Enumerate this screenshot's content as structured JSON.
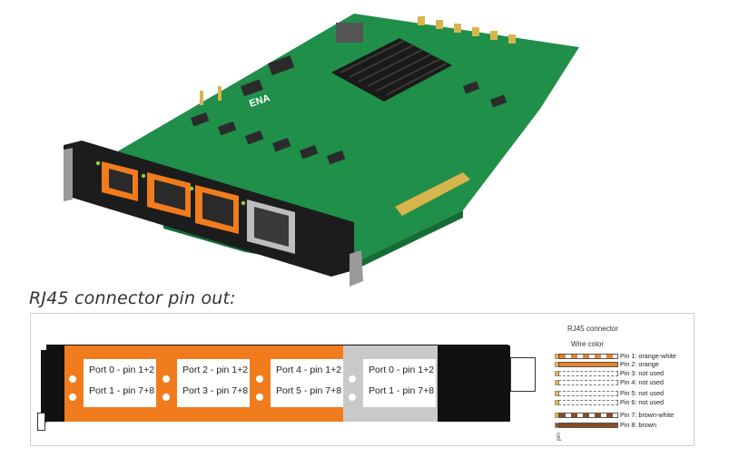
{
  "caption": "RJ45 connector pin out:",
  "photo_logo": "ENA",
  "ports": [
    {
      "line1": "Port 0 - pin 1+2",
      "line2": "Port 1 - pin 7+8",
      "color": "#f07c1e"
    },
    {
      "line1": "Port 2 - pin 1+2",
      "line2": "Port 3 - pin 7+8",
      "color": "#f07c1e"
    },
    {
      "line1": "Port 4 - pin 1+2",
      "line2": "Port 5 - pin 7+8",
      "color": "#f07c1e"
    },
    {
      "line1": "Port 0 - pin 1+2",
      "line2": "Port 1 - pin 7+8",
      "color": "#c9c9c9"
    }
  ],
  "legend": {
    "title": "RJ45 connector",
    "subtitle": "Wire color",
    "axis_label": "pin",
    "pins": [
      {
        "num": "1",
        "label": "Pin 1: orange-white",
        "swatch": "orange-white"
      },
      {
        "num": "2",
        "label": "Pin 2: orange",
        "swatch": "orange"
      },
      {
        "num": "3",
        "label": "Pin 3: not used",
        "swatch": "dashed"
      },
      {
        "num": "4",
        "label": "Pin 4: not used",
        "swatch": "dashed"
      },
      {
        "num": "5",
        "label": "Pin 5: not used",
        "swatch": "dashed"
      },
      {
        "num": "6",
        "label": "Pin 6: not used",
        "swatch": "dashed"
      },
      {
        "num": "7",
        "label": "Pin 7: brown-white",
        "swatch": "brown-white"
      },
      {
        "num": "8",
        "label": "Pin 8: brown",
        "swatch": "brown"
      }
    ]
  },
  "colors": {
    "pcb_green": "#1f8f4a",
    "connector_orange": "#f07c1e",
    "bracket_black": "#111111",
    "connector_grey": "#c9c9c9"
  }
}
